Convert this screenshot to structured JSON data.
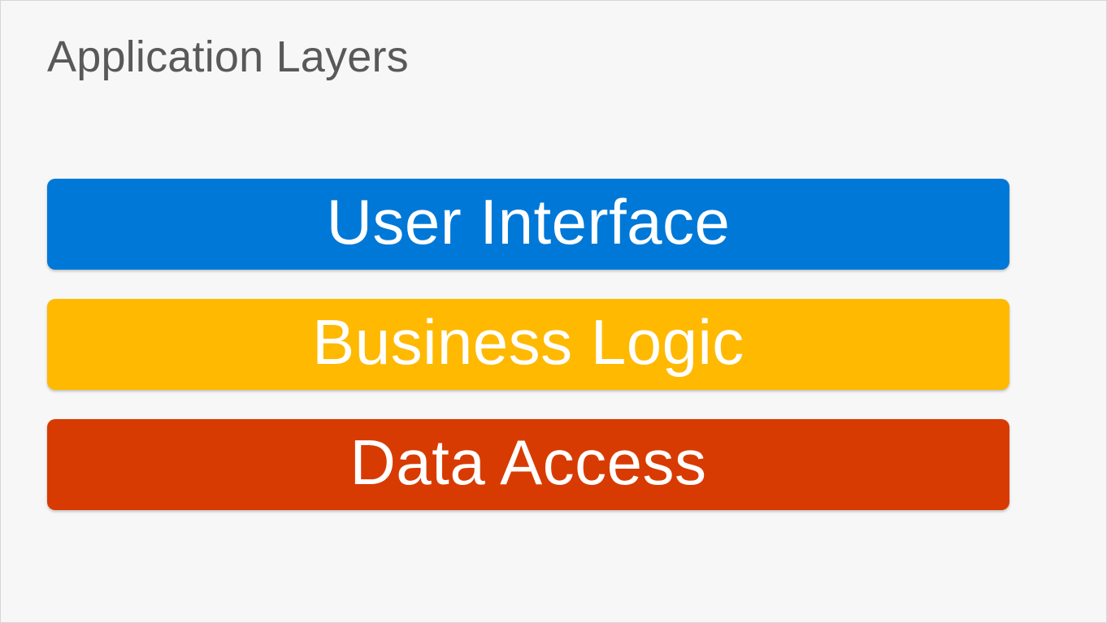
{
  "slide": {
    "title": "Application Layers",
    "background_color": "#f7f7f7",
    "border_color": "#d6d6d6",
    "title_color": "#595959"
  },
  "diagram": {
    "type": "stacked-layers",
    "label_color": "#ffffff",
    "layers": [
      {
        "name": "user-interface",
        "label": "User Interface",
        "color": "#0078d7",
        "order": 1
      },
      {
        "name": "business-logic",
        "label": "Business Logic",
        "color": "#ffb900",
        "order": 2
      },
      {
        "name": "data-access",
        "label": "Data Access",
        "color": "#d83b01",
        "order": 3
      }
    ]
  }
}
